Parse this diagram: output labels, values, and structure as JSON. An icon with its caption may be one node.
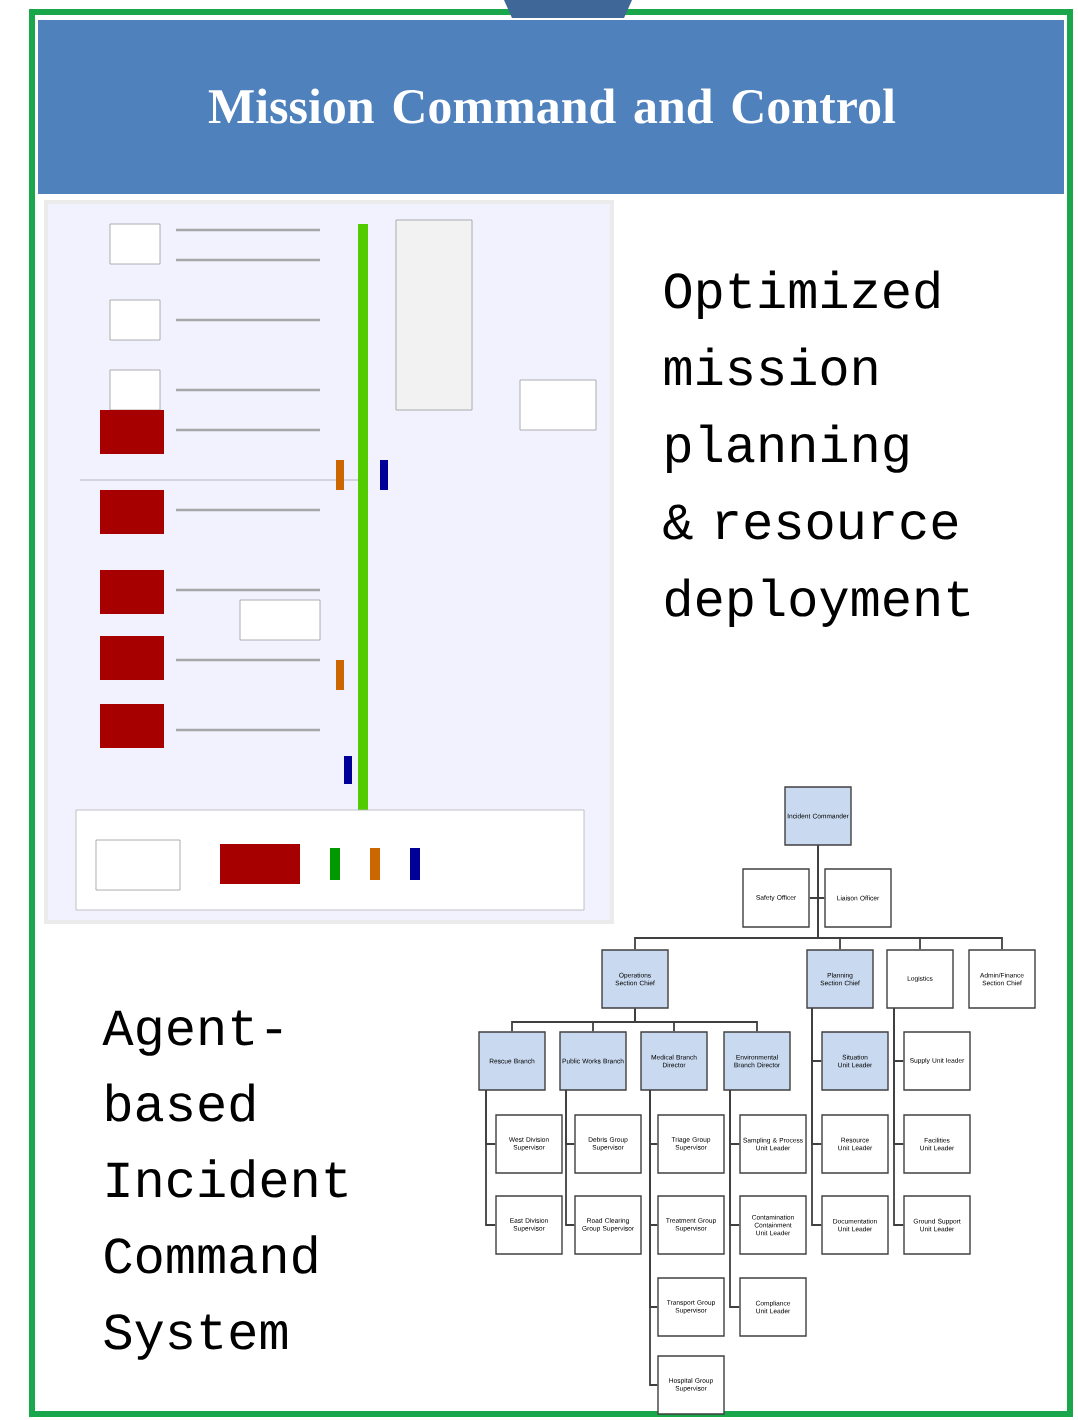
{
  "diagram": {
    "title": "Mission Command and Control",
    "nodes": [
      {
        "text": [
          "Incident Commander"
        ]
      },
      {
        "text": [
          "Safety Officer"
        ]
      },
      {
        "text": [
          "Liaison Officer"
        ]
      },
      {
        "text": [
          "Operations Section Chief"
        ]
      },
      {
        "text": [
          "Planning Section Chief"
        ]
      },
      {
        "text": [
          "Logistics"
        ]
      },
      {
        "text": [
          "Admin/Finance Section Chief"
        ]
      },
      {
        "text": [
          "Rescue Branch"
        ]
      },
      {
        "text": [
          "Public Works Branch"
        ]
      },
      {
        "text": [
          "Medical Branch Director"
        ]
      },
      {
        "text": [
          "Environmental Branch Director"
        ]
      },
      {
        "text": [
          "Situation Unit Leader"
        ]
      },
      {
        "text": [
          "Supply Unit leader"
        ]
      },
      {
        "text": [
          "West Division Supervisor"
        ]
      },
      {
        "text": [
          "Debris Group Supervisor"
        ]
      },
      {
        "text": [
          "Triage Group Supervisor"
        ]
      },
      {
        "text": [
          "Sampling & Process Unit Leader"
        ]
      },
      {
        "text": [
          "Resource Unit Leader"
        ]
      },
      {
        "text": [
          "Facilities Unit Leader"
        ]
      },
      {
        "text": [
          "East Division Supervisor"
        ]
      },
      {
        "text": [
          "Road Clearing Group Supervisor"
        ]
      },
      {
        "text": [
          "Treatment Group Supervisor"
        ]
      },
      {
        "text": [
          "Contamination Containment Unit Leader"
        ]
      },
      {
        "text": [
          "Documentation Unit Leader"
        ]
      },
      {
        "text": [
          "Ground Support Unit Leader"
        ]
      },
      {
        "text": [
          "Transport Group Supervisor"
        ]
      },
      {
        "text": [
          "Compliance Unit Leader"
        ]
      },
      {
        "text": [
          "Hospital Group Supervisor"
        ]
      }
    ],
    "edges": [
      {
        "from": 0,
        "to": 1,
        "arrow": "none"
      },
      {
        "from": 0,
        "to": 2,
        "arrow": "none"
      },
      {
        "from": 0,
        "to": 3,
        "arrow": "none"
      },
      {
        "from": 0,
        "to": 4,
        "arrow": "none"
      },
      {
        "from": 0,
        "to": 5,
        "arrow": "none"
      },
      {
        "from": 0,
        "to": 6,
        "arrow": "none"
      },
      {
        "from": 3,
        "to": 7,
        "arrow": "none"
      },
      {
        "from": 3,
        "to": 8,
        "arrow": "none"
      },
      {
        "from": 3,
        "to": 9,
        "arrow": "none"
      },
      {
        "from": 3,
        "to": 10,
        "arrow": "none"
      },
      {
        "from": 4,
        "to": 11,
        "arrow": "none"
      },
      {
        "from": 4,
        "to": 17,
        "arrow": "none"
      },
      {
        "from": 4,
        "to": 23,
        "arrow": "none"
      },
      {
        "from": 5,
        "to": 12,
        "arrow": "none"
      },
      {
        "from": 5,
        "to": 18,
        "arrow": "none"
      },
      {
        "from": 5,
        "to": 24,
        "arrow": "none"
      },
      {
        "from": 7,
        "to": 13,
        "arrow": "none"
      },
      {
        "from": 7,
        "to": 19,
        "arrow": "none"
      },
      {
        "from": 8,
        "to": 14,
        "arrow": "none"
      },
      {
        "from": 8,
        "to": 20,
        "arrow": "none"
      },
      {
        "from": 9,
        "to": 15,
        "arrow": "none"
      },
      {
        "from": 9,
        "to": 21,
        "arrow": "none"
      },
      {
        "from": 9,
        "to": 25,
        "arrow": "none"
      },
      {
        "from": 9,
        "to": 27,
        "arrow": "none"
      },
      {
        "from": 10,
        "to": 16,
        "arrow": "none"
      },
      {
        "from": 10,
        "to": 22,
        "arrow": "none"
      },
      {
        "from": 10,
        "to": 26,
        "arrow": "none"
      }
    ],
    "labels": [
      "Optimized mission planning & resource deployment",
      "Agent-based Incident Command System"
    ]
  }
}
